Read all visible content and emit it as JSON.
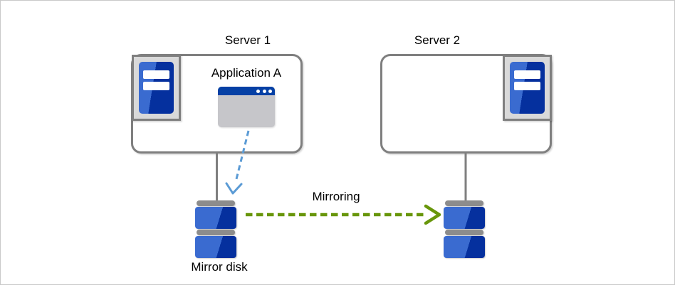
{
  "servers": [
    {
      "label": "Server 1",
      "icon": "server-tower-icon"
    },
    {
      "label": "Server 2",
      "icon": "server-tower-icon"
    }
  ],
  "application": {
    "label": "Application A",
    "icon": "app-window-icon"
  },
  "mirroring": {
    "label": "Mirroring"
  },
  "mirror_disk": {
    "label": "Mirror disk",
    "icon": "disk-icon"
  },
  "colors": {
    "server_blue_light": "#3a6bd0",
    "server_blue_dark": "#05309e",
    "window_titlebar_blue": "#0540a5",
    "window_body_gray": "#c6c6ca",
    "icon_frame_gray": "#d9d9d9",
    "outline_gray": "#7f7f7f",
    "disk_cap_gray": "#8c8c8c",
    "write_arrow_blue": "#5b9bd5",
    "mirroring_arrow_green": "#68960a",
    "canvas_border_gray": "#c9c9c9"
  }
}
